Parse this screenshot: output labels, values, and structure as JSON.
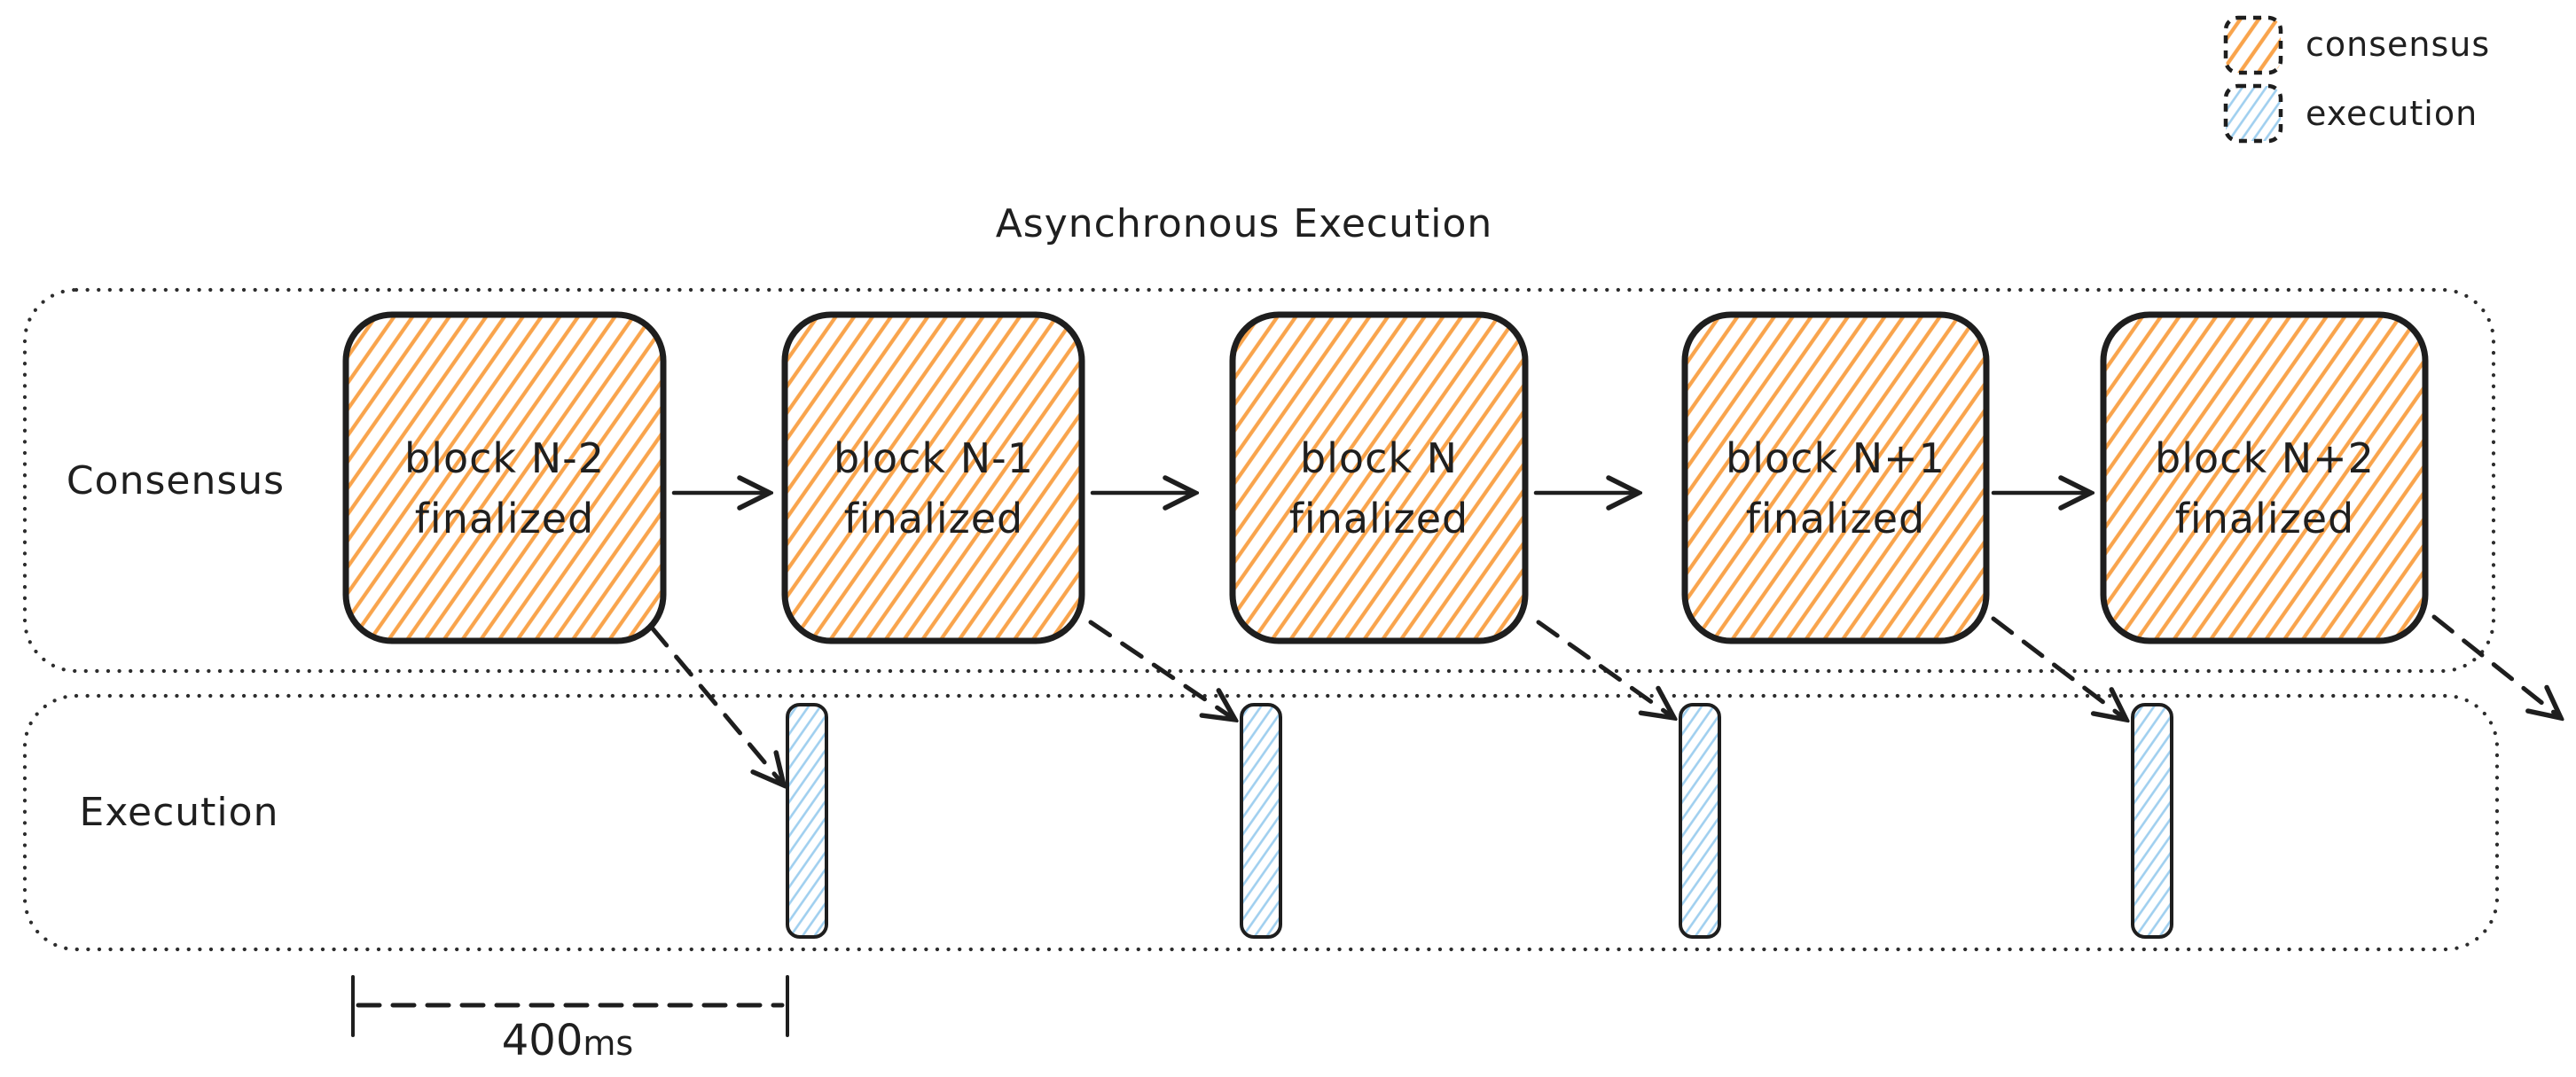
{
  "title": "Asynchronous Execution",
  "legend": {
    "items": [
      {
        "label": "consensus",
        "swatch": "orange-hatch"
      },
      {
        "label": "execution",
        "swatch": "blue-hatch"
      }
    ]
  },
  "lanes": {
    "consensus": {
      "label": "Consensus"
    },
    "execution": {
      "label": "Execution"
    }
  },
  "blocks": [
    {
      "line1": "block N-2",
      "line2": "finalized"
    },
    {
      "line1": "block N-1",
      "line2": "finalized"
    },
    {
      "line1": "block N",
      "line2": "finalized"
    },
    {
      "line1": "block N+1",
      "line2": "finalized"
    },
    {
      "line1": "block N+2",
      "line2": "finalized"
    }
  ],
  "execution_bars": 4,
  "measurement": {
    "label_value": "400",
    "label_unit": "ms"
  },
  "colors": {
    "consensus_hatch": "#f9a44c",
    "execution_hatch": "#9fcfef",
    "ink": "#1e1e1e",
    "border_dots": "#2d2d2d"
  }
}
